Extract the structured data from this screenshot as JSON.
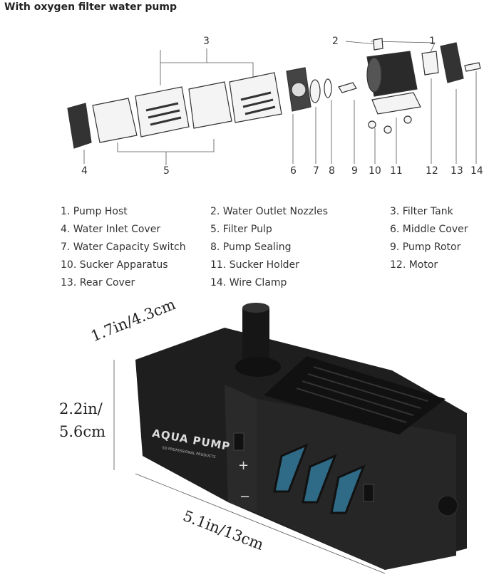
{
  "title": "With oxygen filter water pump",
  "callout_numbers": [
    "1",
    "2",
    "3",
    "4",
    "5",
    "6",
    "7",
    "8",
    "9",
    "10",
    "11",
    "12",
    "13",
    "14"
  ],
  "legend": [
    "1. Pump Host",
    "2. Water Outlet Nozzles",
    "3. Filter Tank",
    "4. Water Inlet Cover",
    "5. Filter Pulp",
    "6. Middle Cover",
    "7. Water Capacity Switch",
    "8. Pump Sealing",
    "9. Pump Rotor",
    "10. Sucker Apparatus",
    "11. Sucker Holder",
    "12. Motor",
    "13. Rear Cover",
    "14. Wire Clamp"
  ],
  "dimensions": {
    "depth": "1.7in/4.3cm",
    "height_line1": "2.2in/",
    "height_line2": "5.6cm",
    "length": "5.1in/13cm"
  },
  "product_label": {
    "brand": "AQUA PUMP",
    "tagline": "SD PROFESSIONAL PRODUCTS",
    "plus": "+",
    "minus": "−"
  },
  "colors": {
    "pump_body": "#1e1e1e",
    "sponge": "#2f6a86"
  }
}
